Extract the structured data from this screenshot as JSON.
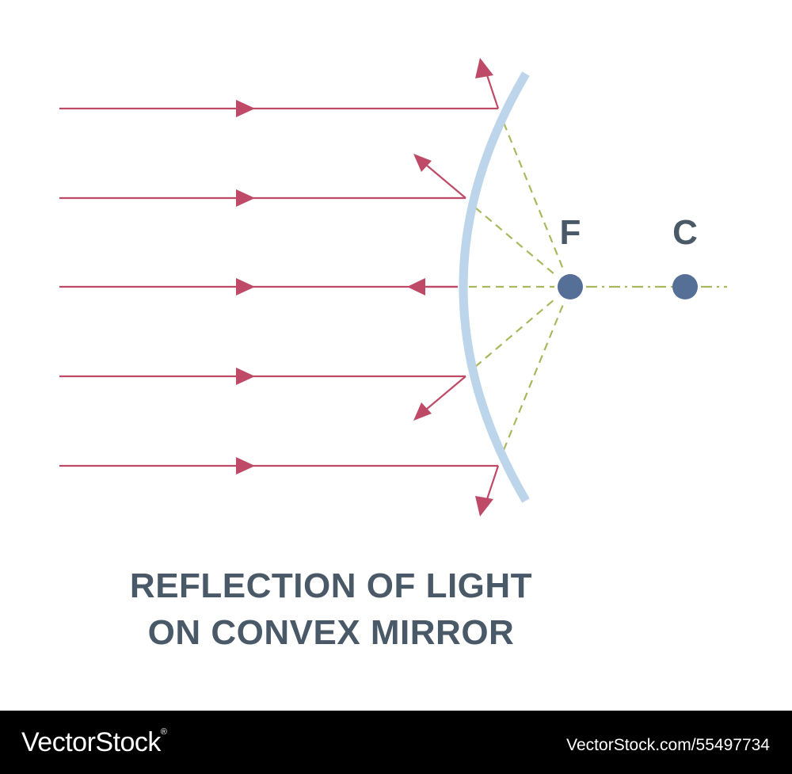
{
  "diagram": {
    "labels": {
      "focus": "F",
      "center": "C"
    },
    "caption": {
      "line1": "REFLECTION OF LIGHT",
      "line2": "ON CONVEX MIRROR"
    },
    "colors": {
      "ray": "#bf4a68",
      "virtual_ray": "#a8b85c",
      "mirror": "#bcd5ea",
      "point": "#566f96",
      "label": "#4a5968"
    },
    "incident_ray_count": 5
  },
  "footer": {
    "brand": "VectorStock",
    "brand_mark": "®",
    "image_ref": "VectorStock.com/55497734"
  }
}
